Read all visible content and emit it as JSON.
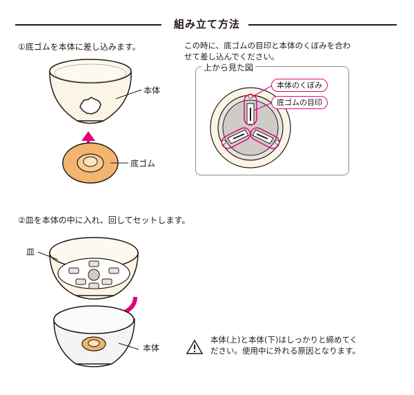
{
  "header": {
    "title": "組み立て方法"
  },
  "step1": {
    "text": "①底ゴムを本体に差し込みます。",
    "note_line1": "この時に、底ゴムの目印と本体のくぼみを合わ",
    "note_line2": "せて差し込んでください。",
    "label_body": "本体",
    "label_rubber": "底ゴム",
    "top_view_title": "上から見た図",
    "tag_recess": "本体のくぼみ",
    "tag_mark": "底ゴムの目印"
  },
  "step2": {
    "text": "②皿を本体の中に入れ、回してセットします。",
    "label_plate": "皿",
    "label_body": "本体",
    "warning_line1": "本体(上)と本体(下)はしっかりと締めてく",
    "warning_line2": "ださい。使用中に外れる原因となります。"
  },
  "colors": {
    "accent": "#e4007f",
    "rubber": "#f2b46e",
    "body_fill": "#fbf5e6",
    "line": "#231815"
  }
}
